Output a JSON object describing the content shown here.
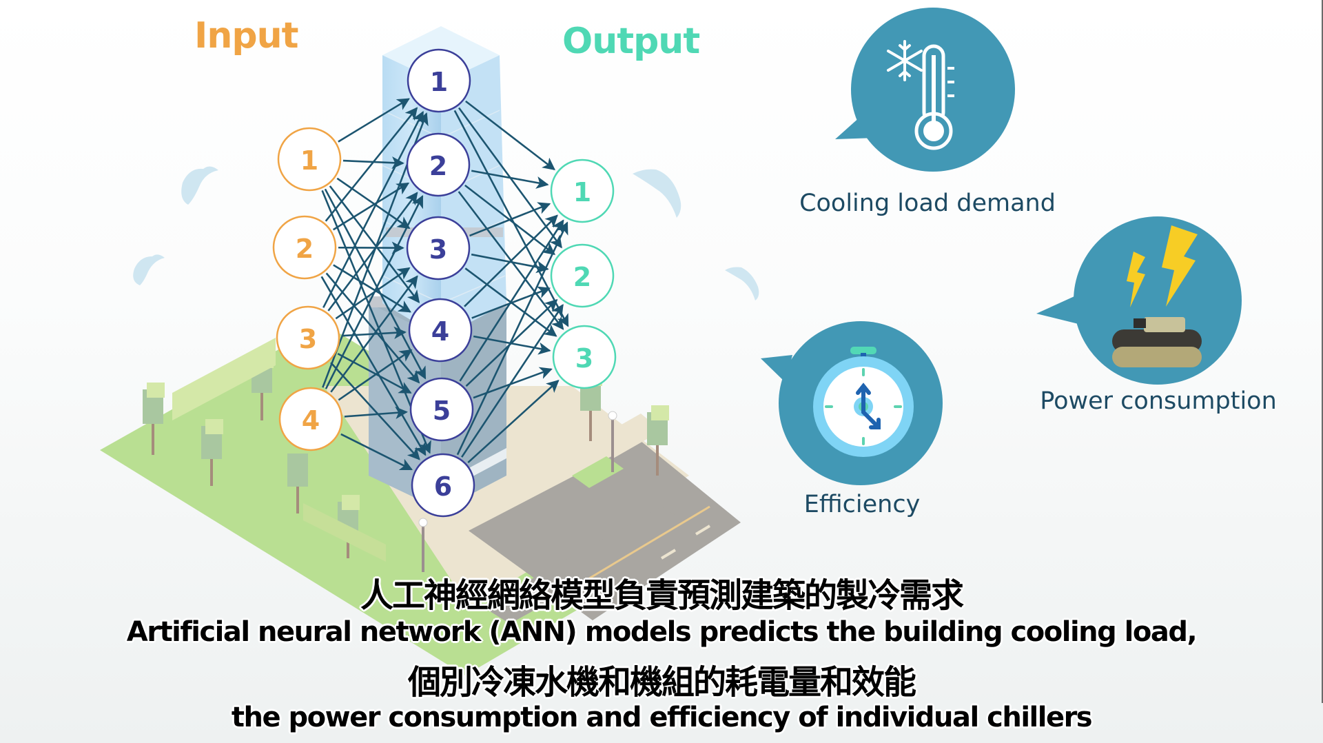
{
  "diagram": {
    "input_title": "Input",
    "output_title": "Output",
    "input_nodes": [
      "1",
      "2",
      "3",
      "4"
    ],
    "hidden_nodes": [
      "1",
      "2",
      "3",
      "4",
      "5",
      "6"
    ],
    "output_nodes": [
      "1",
      "2",
      "3"
    ],
    "connections": "fully-connected",
    "colors": {
      "input": "#f0a445",
      "hidden": "#3b3f99",
      "output": "#4fd8b4",
      "arrow": "#1c5570",
      "bubble": "#4298b5"
    }
  },
  "outputs": [
    {
      "label": "Cooling load demand",
      "icon": "thermometer-snowflake-icon"
    },
    {
      "label": "Power consumption",
      "icon": "lightning-chiller-icon"
    },
    {
      "label": "Efficiency",
      "icon": "stopwatch-icon"
    }
  ],
  "subtitles": {
    "zh_1": "人工神經網絡模型負責預測建築的製冷需求",
    "en_1": "Artificial neural network (ANN) models predicts the building cooling load,",
    "zh_2": "個別冷凍水機和機組的耗電量和效能",
    "en_2": "the power consumption and efficiency of individual chillers"
  }
}
